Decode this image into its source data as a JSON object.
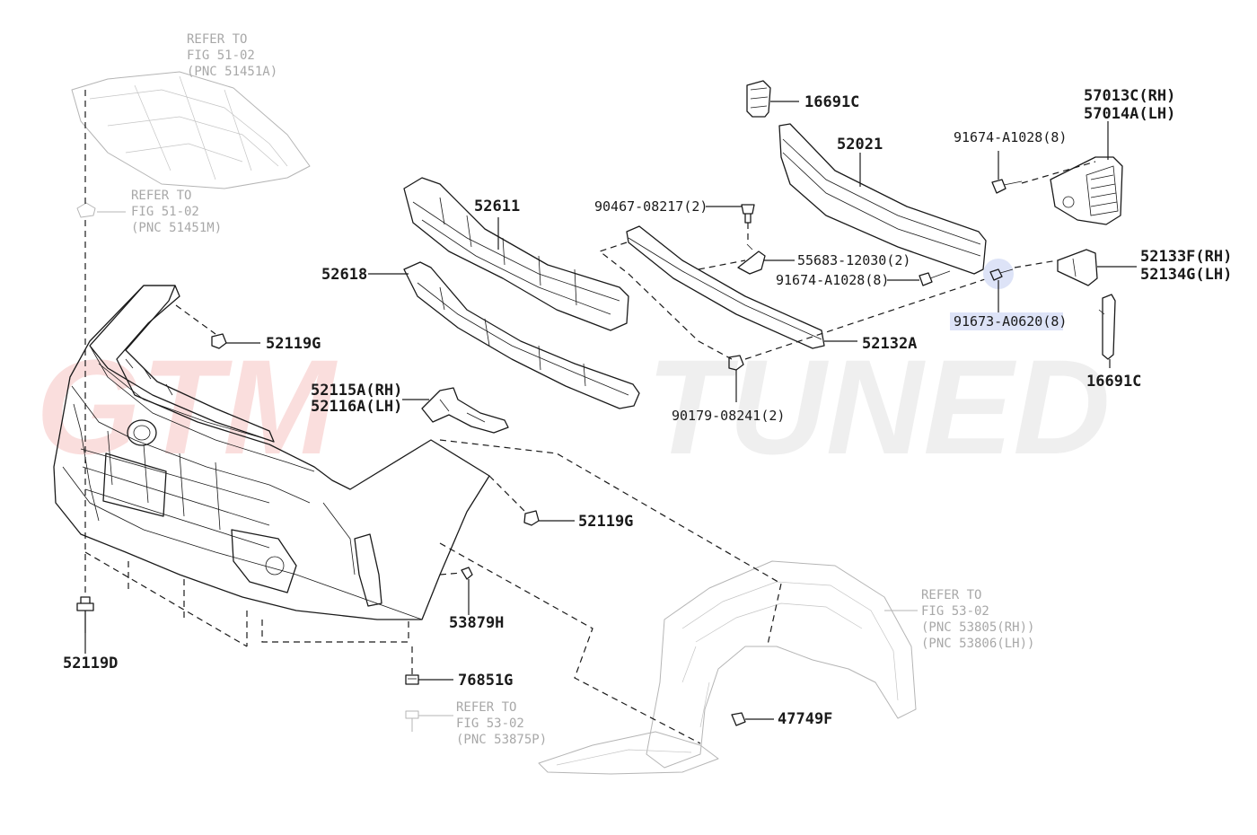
{
  "watermark": {
    "left": "GTM",
    "right": "TUNED",
    "left_color": "#e53935",
    "right_color": "#9e9e9e"
  },
  "highlight_color": "#dde3f7",
  "callouts": {
    "p16691c_top": "16691C",
    "p52021": "52021",
    "p57013c": "57013C(RH)",
    "p57014a": "57014A(LH)",
    "p91674_top": "91674-A1028(8)",
    "p52611": "52611",
    "p90467": "90467-08217(2)",
    "p55683": "55683-12030(2)",
    "p91674_mid": "91674-A1028(8)",
    "p52133f": "52133F(RH)",
    "p52134g": "52134G(LH)",
    "p91673": "91673-A0620(8)",
    "p52618": "52618",
    "p52119g_top": "52119G",
    "p52132a": "52132A",
    "p16691c_right": "16691C",
    "p52115a": "52115A(RH)",
    "p52116a": "52116A(LH)",
    "p90179": "90179-08241(2)",
    "p52119g_mid": "52119G",
    "p53879h": "53879H",
    "p52119d": "52119D",
    "p76851g": "76851G",
    "p47749f": "47749F"
  },
  "references": {
    "top_left": [
      "REFER TO",
      "FIG 51-02",
      "(PNC 51451A)"
    ],
    "mid_left": [
      "REFER TO",
      "FIG 51-02",
      "(PNC 51451M)"
    ],
    "bottom": [
      "REFER TO",
      "FIG 53-02",
      "(PNC 53875P)"
    ],
    "right": [
      "REFER TO",
      "FIG 53-02",
      "(PNC 53805(RH))",
      "(PNC 53806(LH))"
    ]
  }
}
